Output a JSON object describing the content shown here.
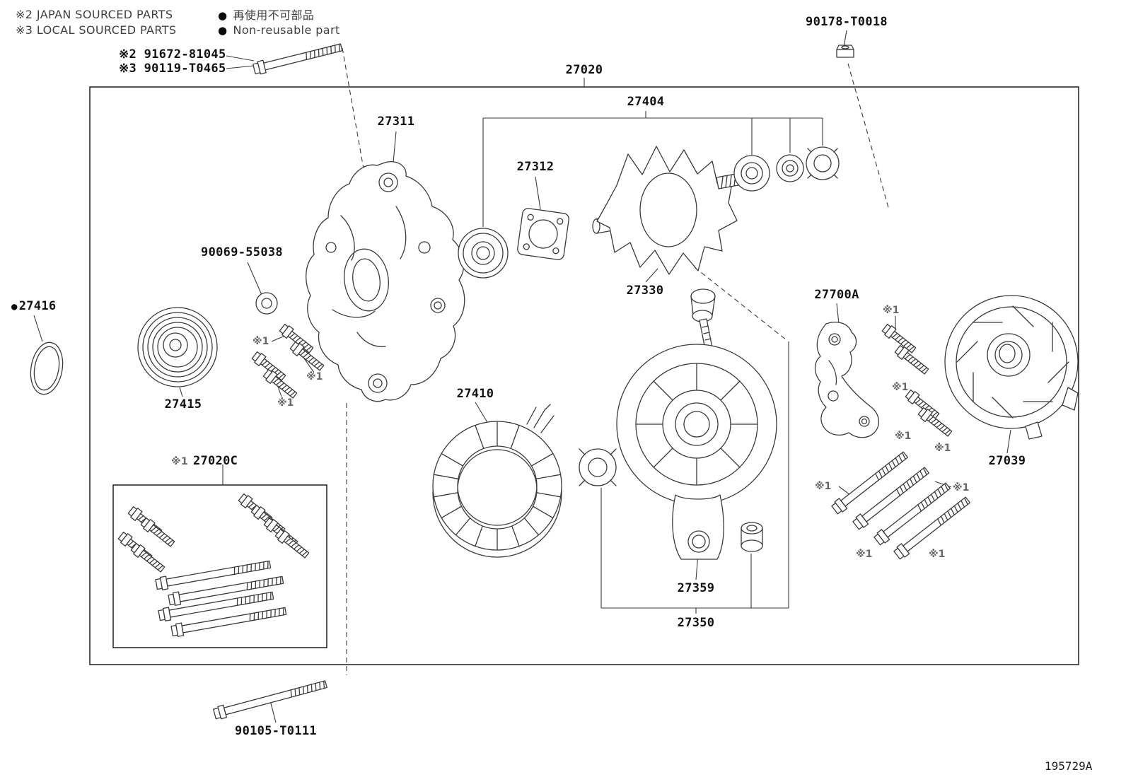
{
  "legend": {
    "bullet": "●",
    "japan_sourced": "※2 JAPAN SOURCED PARTS",
    "local_sourced": "※3 LOCAL SOURCED PARTS",
    "non_reusable_jp": "再使用不可部品",
    "non_reusable_en": "Non-reusable part"
  },
  "callouts": {
    "nut": "90178-T0018",
    "bolt_japan": "※2 91672-81045",
    "bolt_local": "※3 90119-T0465",
    "alternator_assy": "27020",
    "rotor_subassy": "27404",
    "front_bracket": "27311",
    "retainer_plate": "27312",
    "bearing_washer": "90069-55038",
    "oring": "27416",
    "pulley": "27415",
    "rotor": "27330",
    "regulator": "27700A",
    "stator": "27410",
    "bolt_set": "27020C",
    "rear_cover": "27039",
    "terminal_insulator": "27359",
    "rear_bracket": "27350",
    "through_bolt": "90105-T0111",
    "ref_local": "※1"
  },
  "footer": {
    "figure_code": "195729A"
  }
}
